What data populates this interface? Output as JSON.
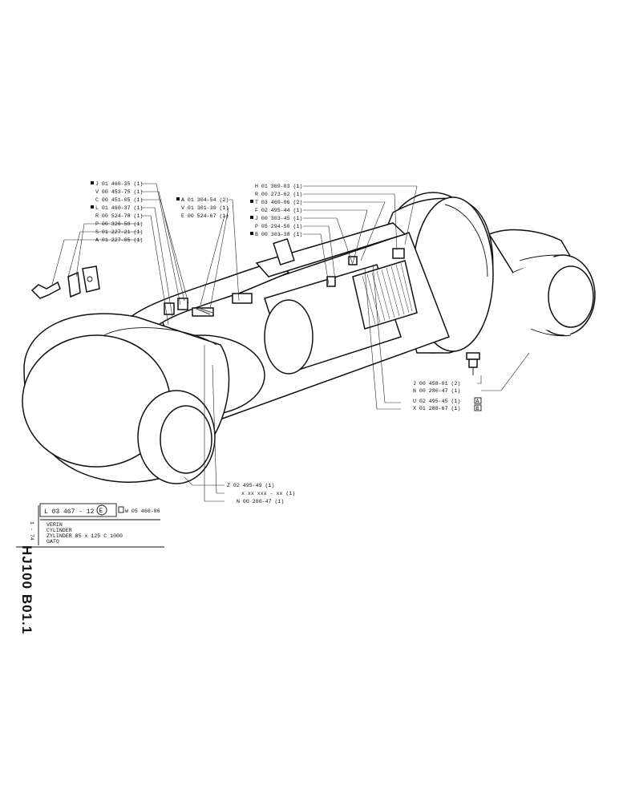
{
  "sheet": {
    "side_code": "HJ100 B01.1",
    "side_small": "1 - 74",
    "ref_box": {
      "part_code": "L 03 467 - 12",
      "badge": "E",
      "ref_code": "W 05 460-86"
    },
    "title_lines": [
      "VERIN",
      "CYLINDER",
      "ZYLINDER   85 x 125   C 1000",
      "GATO"
    ]
  },
  "callouts_left": [
    {
      "text": "J 01 460-35 (1)",
      "marked": true
    },
    {
      "text": "V 00 453-75 (1)",
      "marked": false
    },
    {
      "text": "C 00 451-05 (1)",
      "marked": false
    },
    {
      "text": "L 01 460-37 (1)",
      "marked": true
    },
    {
      "text": "R 00 524-78 (1)",
      "marked": false
    },
    {
      "text": "P 00 326-50 (1)",
      "marked": false
    },
    {
      "text": "S 01 227-21 (1)",
      "marked": false
    },
    {
      "text": "A 01 227-05 (1)",
      "marked": false
    }
  ],
  "callouts_center": [
    {
      "text": "A 01 304-54 (2)",
      "marked": true
    },
    {
      "text": "V 01 301-30 (1)",
      "marked": false
    },
    {
      "text": "E 00 524-67 (1)",
      "marked": false
    }
  ],
  "callouts_right": [
    {
      "text": "H 01 369-03 (1)",
      "marked": false
    },
    {
      "text": "R 00 273-62 (1)",
      "marked": false
    },
    {
      "text": "T 03 460-06 (2)",
      "marked": true
    },
    {
      "text": "F 02 495-44 (1)",
      "marked": false
    },
    {
      "text": "J 00 303-45 (1)",
      "marked": true
    },
    {
      "text": "P 05 294-50 (1)",
      "marked": false
    },
    {
      "text": "B 00 303-38 (1)",
      "marked": true
    }
  ],
  "callouts_fitting": [
    {
      "text": "J 00 458-01 (2)"
    },
    {
      "text": "N 00 286-47 (1)"
    }
  ],
  "callouts_kits": [
    {
      "text": "U 02 495-45 (1)",
      "tag": "A"
    },
    {
      "text": "X 01 288-67 (1)",
      "tag": "B"
    }
  ],
  "callouts_bottom": [
    {
      "text": "Z 02 495-49 (1)"
    },
    {
      "text": "x xx xxx - xx (1)"
    },
    {
      "text": "N 00 286-47 (1)"
    }
  ]
}
